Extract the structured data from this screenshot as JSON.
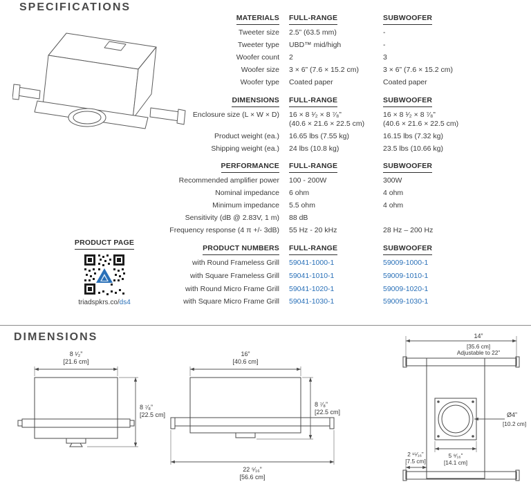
{
  "titles": {
    "specifications": "SPECIFICATIONS",
    "dimensions": "DIMENSIONS"
  },
  "colors": {
    "accent_blue": "#2970b8",
    "text": "#3a3a3a",
    "line": "#4a4a4a"
  },
  "materials": {
    "header": "MATERIALS",
    "col1": "FULL-RANGE",
    "col2": "SUBWOOFER",
    "rows": [
      {
        "label": "Tweeter size",
        "c1": "2.5” (63.5 mm)",
        "c2": "-"
      },
      {
        "label": "Tweeter type",
        "c1": "UBD™ mid/high",
        "c2": "-"
      },
      {
        "label": "Woofer count",
        "c1": "2",
        "c2": "3"
      },
      {
        "label": "Woofer size",
        "c1": "3 × 6” (7.6 × 15.2 cm)",
        "c2": "3 × 6” (7.6 × 15.2 cm)"
      },
      {
        "label": "Woofer type",
        "c1": "Coated paper",
        "c2": "Coated paper"
      }
    ]
  },
  "dimensions_table": {
    "header": "DIMENSIONS",
    "col1": "FULL-RANGE",
    "col2": "SUBWOOFER",
    "rows": [
      {
        "label": "Enclosure size (L × W × D)",
        "c1": "16 × 8 ¹⁄₂ × 8 ⁷⁄₈”\n(40.6 × 21.6 × 22.5 cm)",
        "c2": "16 × 8 ¹⁄₂ × 8 ⁷⁄₈”\n(40.6 × 21.6 × 22.5 cm)"
      },
      {
        "label": "Product weight (ea.)",
        "c1": "16.65 lbs (7.55 kg)",
        "c2": "16.15 lbs (7.32 kg)"
      },
      {
        "label": "Shipping weight (ea.)",
        "c1": "24 lbs (10.8 kg)",
        "c2": "23.5 lbs (10.66 kg)"
      }
    ]
  },
  "performance": {
    "header": "PERFORMANCE",
    "col1": "FULL-RANGE",
    "col2": "SUBWOOFER",
    "rows": [
      {
        "label": "Recommended amplifier power",
        "c1": "100 - 200W",
        "c2": "300W"
      },
      {
        "label": "Nominal impedance",
        "c1": "6 ohm",
        "c2": "4 ohm"
      },
      {
        "label": "Minimum impedance",
        "c1": "5.5 ohm",
        "c2": "4 ohm"
      },
      {
        "label": "Sensitivity (dB @ 2.83V, 1 m)",
        "c1": "88 dB",
        "c2": ""
      },
      {
        "label": "Frequency response (4 π +/- 3dB)",
        "c1": "55 Hz - 20 kHz",
        "c2": "28 Hz – 200 Hz"
      }
    ]
  },
  "product": {
    "page_header": "PRODUCT PAGE",
    "numbers_header": "PRODUCT NUMBERS",
    "col1": "FULL-RANGE",
    "col2": "SUBWOOFER",
    "link_prefix": "triadspkrs.co/",
    "link_text": "ds4",
    "rows": [
      {
        "label": "with Round Frameless Grill",
        "c1": "59041-1000-1",
        "c2": "59009-1000-1"
      },
      {
        "label": "with Square Frameless Grill",
        "c1": "59041-1010-1",
        "c2": "59009-1010-1"
      },
      {
        "label": "with Round Micro Frame Grill",
        "c1": "59041-1020-1",
        "c2": "59009-1020-1"
      },
      {
        "label": "with Square Micro Frame Grill",
        "c1": "59041-1030-1",
        "c2": "59009-1030-1"
      }
    ]
  },
  "drawings": {
    "front": {
      "width_in": "8 ¹⁄₂”",
      "width_cm": "[21.6 cm]",
      "height_in": "8 ⁷⁄₈”",
      "height_cm": "[22.5 cm]"
    },
    "side": {
      "top_in": "16”",
      "top_cm": "[40.6 cm]",
      "height_in": "8 ⁷⁄₈”",
      "height_cm": "[22.5 cm]",
      "bottom_in": "22 ⁵⁄₁₆”",
      "bottom_cm": "[56.6 cm]"
    },
    "plan": {
      "top_in": "14”",
      "top_cm": "[35.6 cm]",
      "top_note": "Adjustable to 22”",
      "dia_in": "Ø4”",
      "dia_cm": "[10.2 cm]",
      "w1_in": "5 ⁹⁄₁₆”",
      "w1_cm": "[14.1 cm]",
      "w2_in": "2 ¹⁵⁄₁₆”",
      "w2_cm": "[7.5 cm]"
    }
  }
}
